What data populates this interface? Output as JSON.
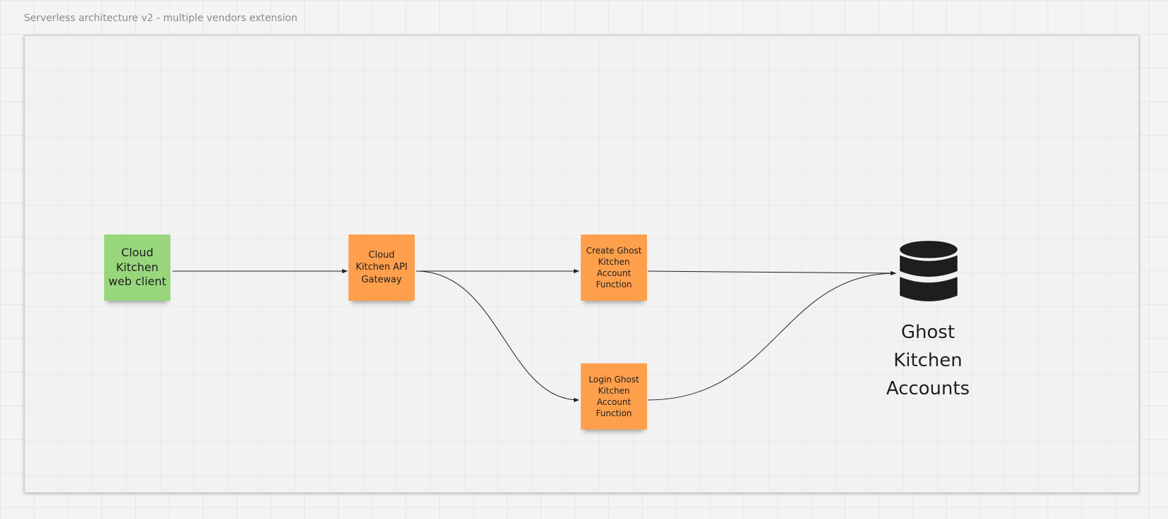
{
  "board": {
    "title": "Serverless architecture v2 - multiple vendors extension"
  },
  "diagram": {
    "nodes": {
      "web_client": {
        "label": "Cloud\nKitchen\nweb client",
        "color": "#98d67c"
      },
      "api_gateway": {
        "label": "Cloud\nKitchen API\nGateway",
        "color": "#fe9f4c"
      },
      "create_function": {
        "label": "Create Ghost\nKitchen\nAccount\nFunction",
        "color": "#fe9f4c"
      },
      "login_function": {
        "label": "Login Ghost\nKitchen\nAccount\nFunction",
        "color": "#fe9f4c"
      },
      "accounts_db": {
        "label": "Ghost\nKitchen\nAccounts",
        "icon": "database-icon"
      }
    },
    "edges": [
      {
        "from": "web_client",
        "to": "api_gateway"
      },
      {
        "from": "api_gateway",
        "to": "create_function"
      },
      {
        "from": "api_gateway",
        "to": "login_function"
      },
      {
        "from": "create_function",
        "to": "accounts_db"
      },
      {
        "from": "login_function",
        "to": "accounts_db"
      }
    ]
  },
  "colors": {
    "sticky_green": "#98d67c",
    "sticky_orange": "#fe9f4c",
    "connector": "#1f1f1f",
    "database": "#1e1e1e"
  }
}
